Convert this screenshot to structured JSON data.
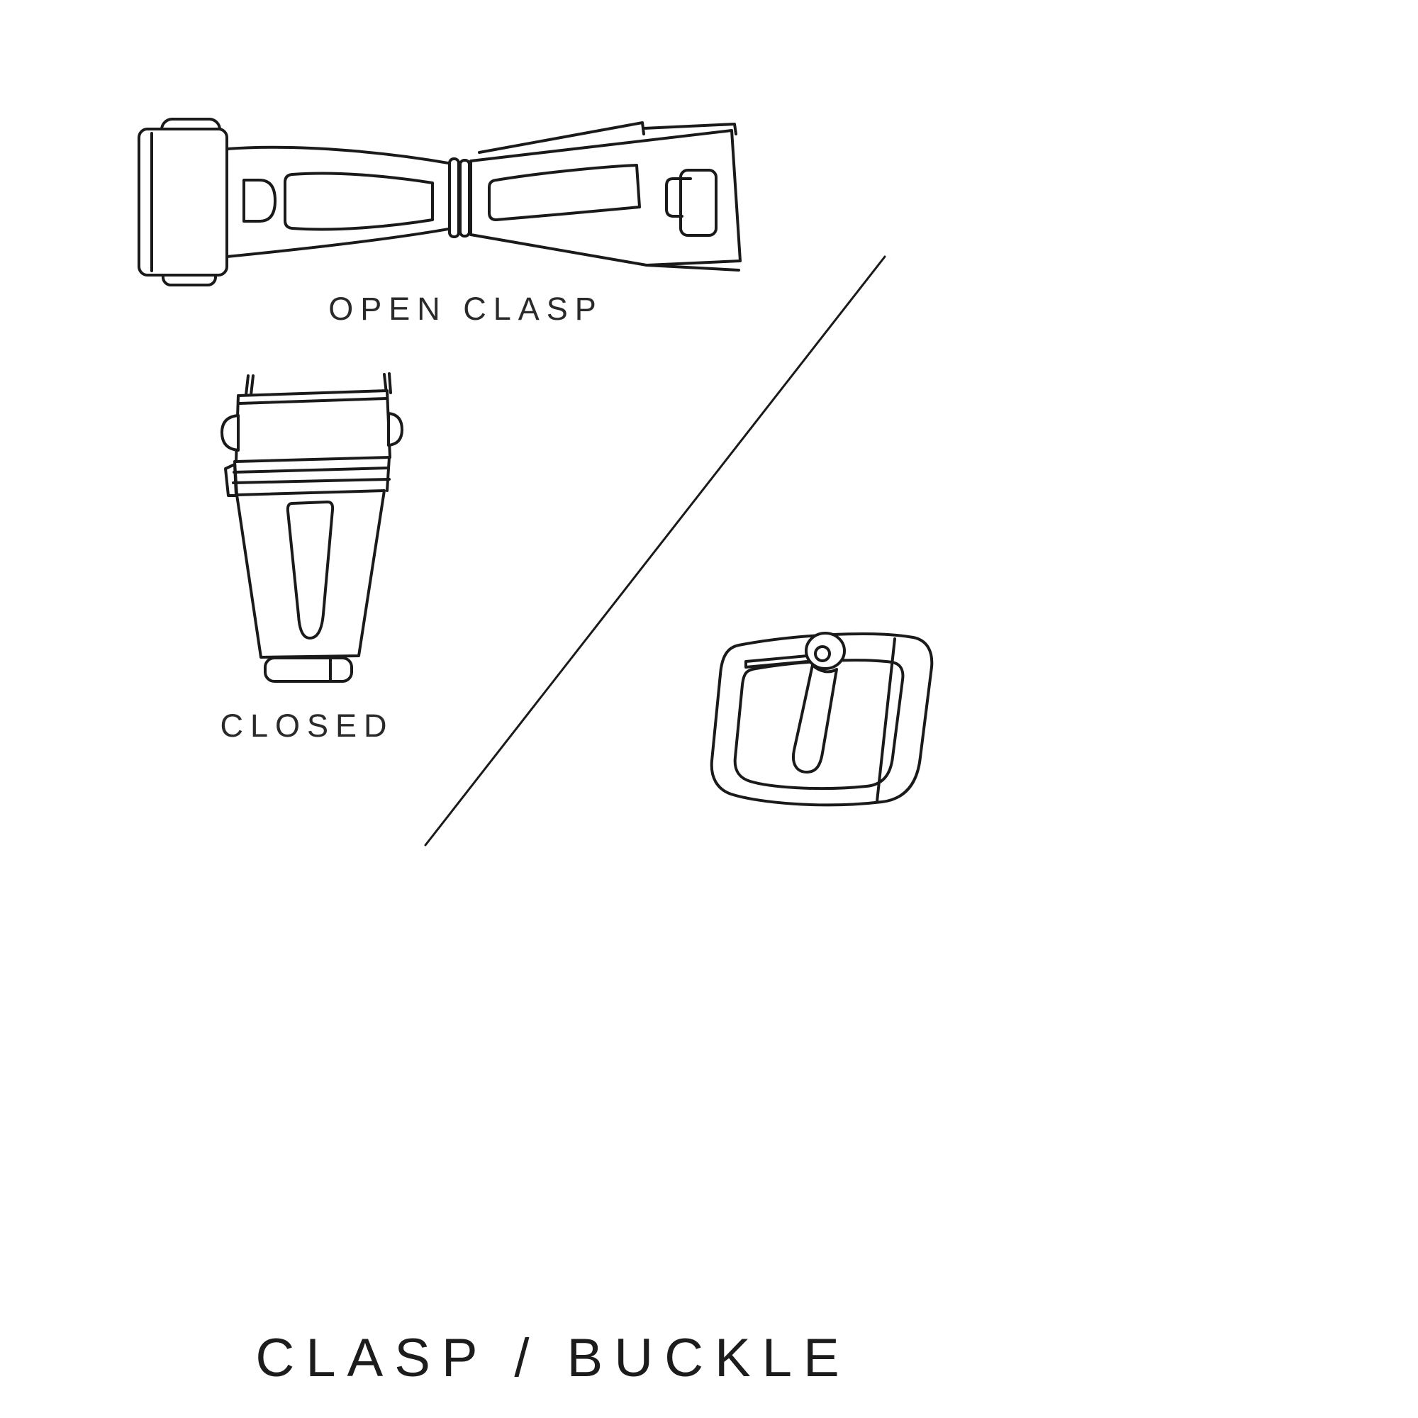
{
  "page": {
    "background_color": "#ffffff",
    "line_color": "#1a1a1a",
    "text_color": "#2a2a2a"
  },
  "labels": {
    "open_clasp": "OPEN CLASP",
    "closed": "CLOSED",
    "title": "CLASP / BUCKLE"
  },
  "illustrations": [
    {
      "name": "open-clasp-illustration",
      "caption": "OPEN CLASP"
    },
    {
      "name": "closed-clasp-illustration",
      "caption": "CLOSED"
    },
    {
      "name": "tang-buckle-illustration",
      "caption": ""
    }
  ],
  "divider": {
    "name": "diagonal-divider"
  }
}
